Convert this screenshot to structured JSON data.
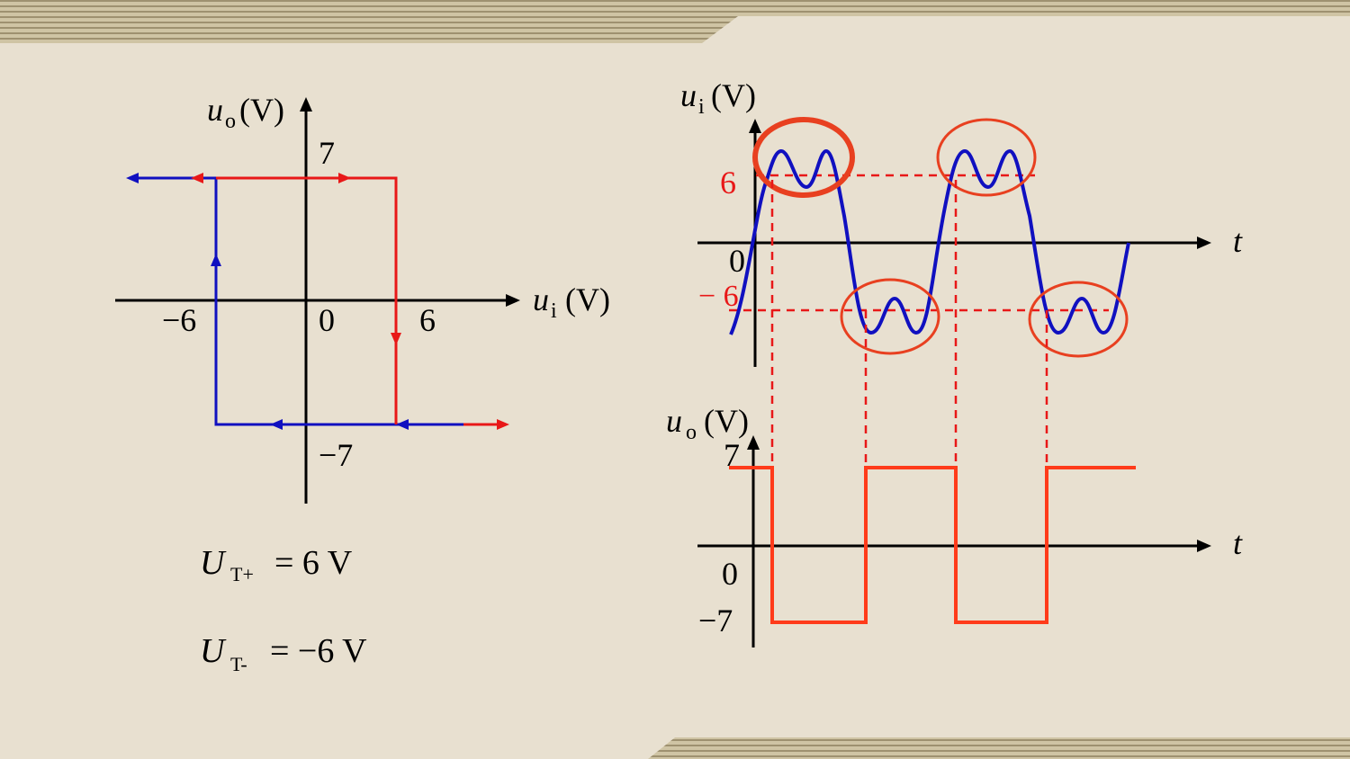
{
  "colors": {
    "background": "#e8e0d0",
    "stripe": "#b5a884",
    "red": "#e81818",
    "blue": "#1010c0",
    "orange": "#ff3b1a",
    "axis": "#000000"
  },
  "hysteresis": {
    "y_axis_var": "u",
    "y_axis_sub": "o",
    "y_axis_unit": "(V)",
    "x_axis_var": "u",
    "x_axis_sub": "i",
    "x_axis_unit": "(V)",
    "label_top": "7",
    "label_bottom": "−7",
    "label_left": "−6",
    "label_origin": "0",
    "label_right": "6"
  },
  "formulas": {
    "ut_plus": {
      "symbol": "U",
      "sub": "T+",
      "rhs": "= 6 V"
    },
    "ut_minus": {
      "symbol": "U",
      "sub": "T-",
      "rhs": "= −6 V"
    }
  },
  "input_wave": {
    "y_var": "u",
    "y_sub": "i",
    "y_unit": "(V)",
    "t_label": "t",
    "label_pos": "6",
    "label_origin": "0",
    "label_neg": "− 6"
  },
  "output_wave": {
    "y_var": "u",
    "y_sub": "o",
    "y_unit": "(V)",
    "t_label": "t",
    "label_pos": "7",
    "label_origin": "0",
    "label_neg": "−7"
  }
}
